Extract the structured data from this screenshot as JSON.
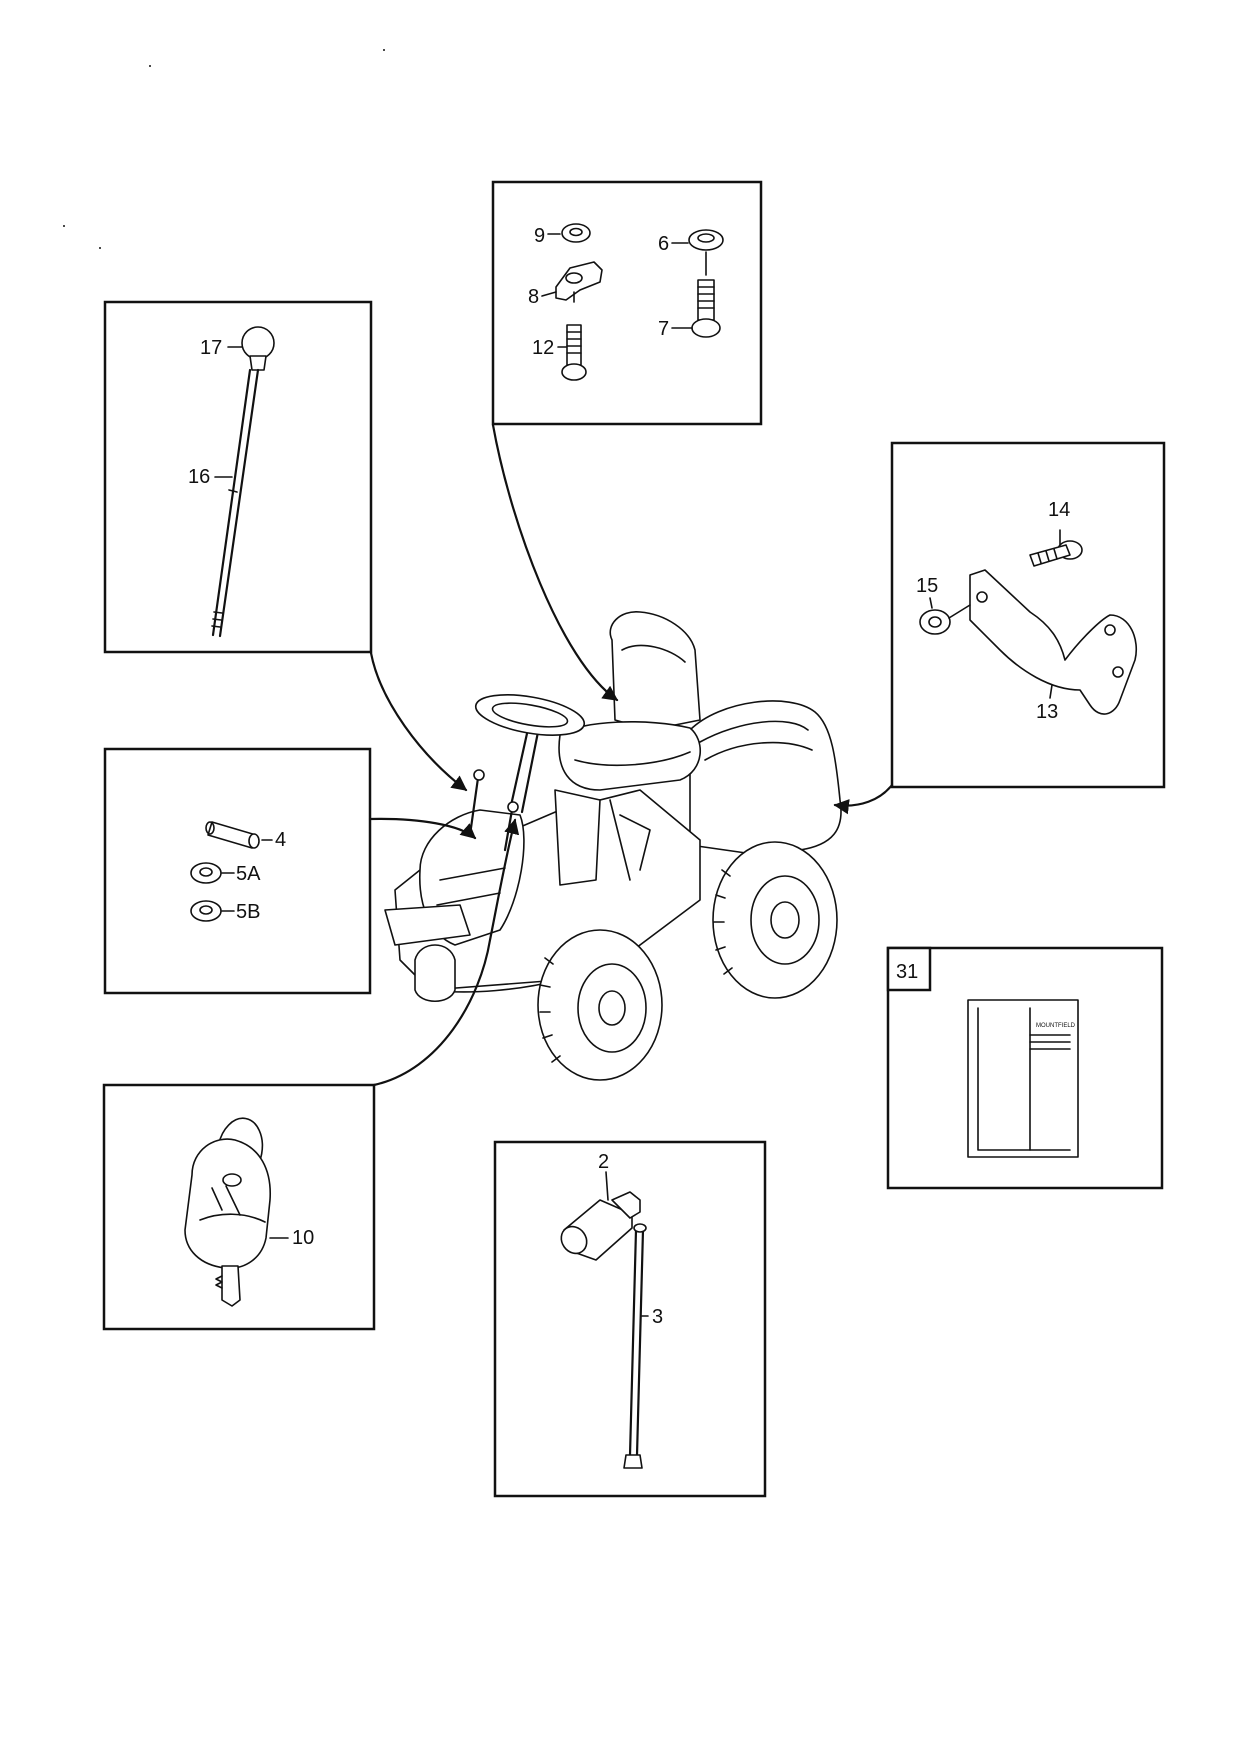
{
  "diagram": {
    "callouts": {
      "c2": "2",
      "c3": "3",
      "c4": "4",
      "c5a": "5A",
      "c5b": "5B",
      "c6": "6",
      "c7": "7",
      "c8": "8",
      "c9": "9",
      "c10": "10",
      "c12": "12",
      "c13": "13",
      "c14": "14",
      "c15": "15",
      "c16": "16",
      "c17": "17",
      "c31": "31"
    },
    "manual_cover_text": "MOUNTFIELD"
  }
}
